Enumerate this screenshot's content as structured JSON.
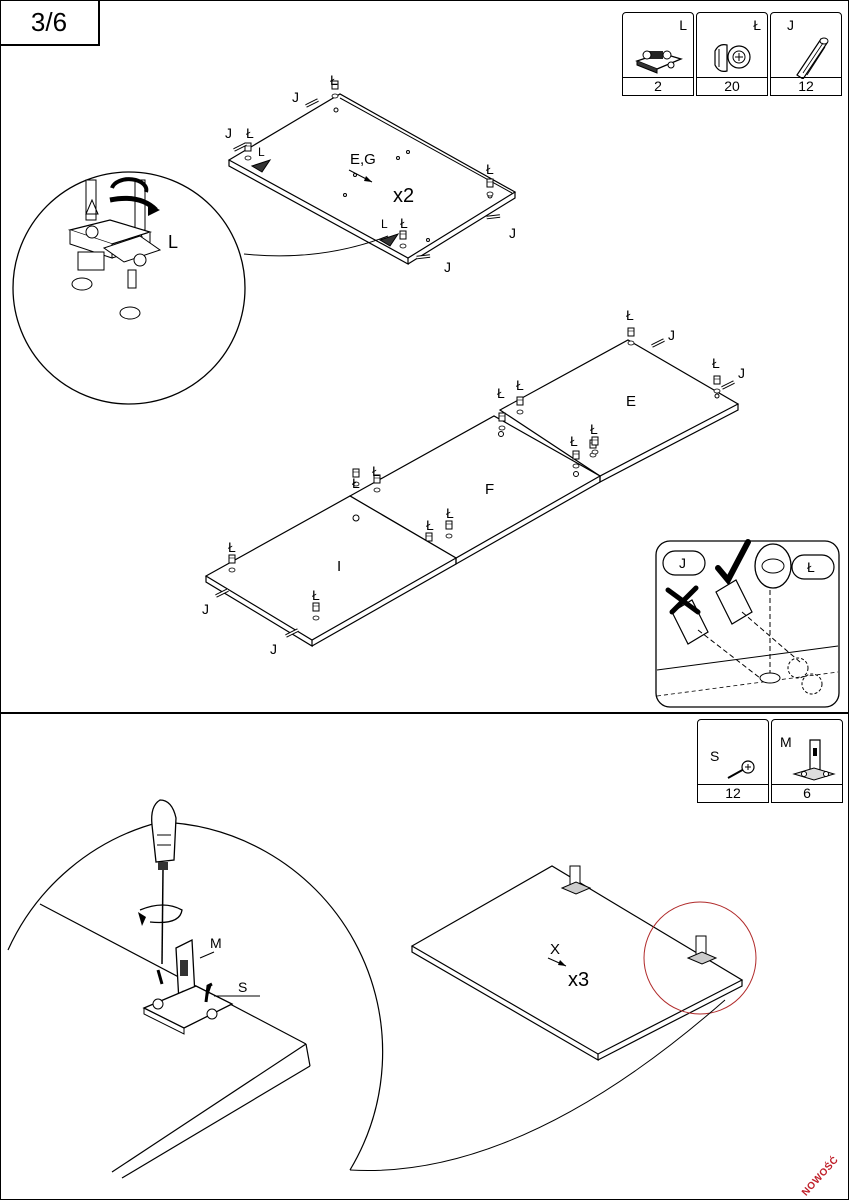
{
  "step": "3/6",
  "top_parts": [
    {
      "code": "L",
      "qty": "2",
      "icon": "hinge-plate-icon"
    },
    {
      "code": "Ł",
      "qty": "20",
      "icon": "cam-lock-icon"
    },
    {
      "code": "J",
      "qty": "12",
      "icon": "wooden-dowel-icon"
    }
  ],
  "bottom_parts": [
    {
      "code": "S",
      "qty": "12",
      "icon": "screw-icon"
    },
    {
      "code": "M",
      "qty": "6",
      "icon": "mounting-bracket-icon"
    }
  ],
  "panel_eg": {
    "name": "E,G",
    "mult": "x2"
  },
  "panels": {
    "e": "E",
    "f": "F",
    "i": "I"
  },
  "panel_x": {
    "name": "X",
    "mult": "x3"
  },
  "letters": {
    "L": "L",
    "LL": "Ł",
    "J": "J",
    "M": "M",
    "S": "S"
  },
  "stamp": "NOWOŚĆ"
}
